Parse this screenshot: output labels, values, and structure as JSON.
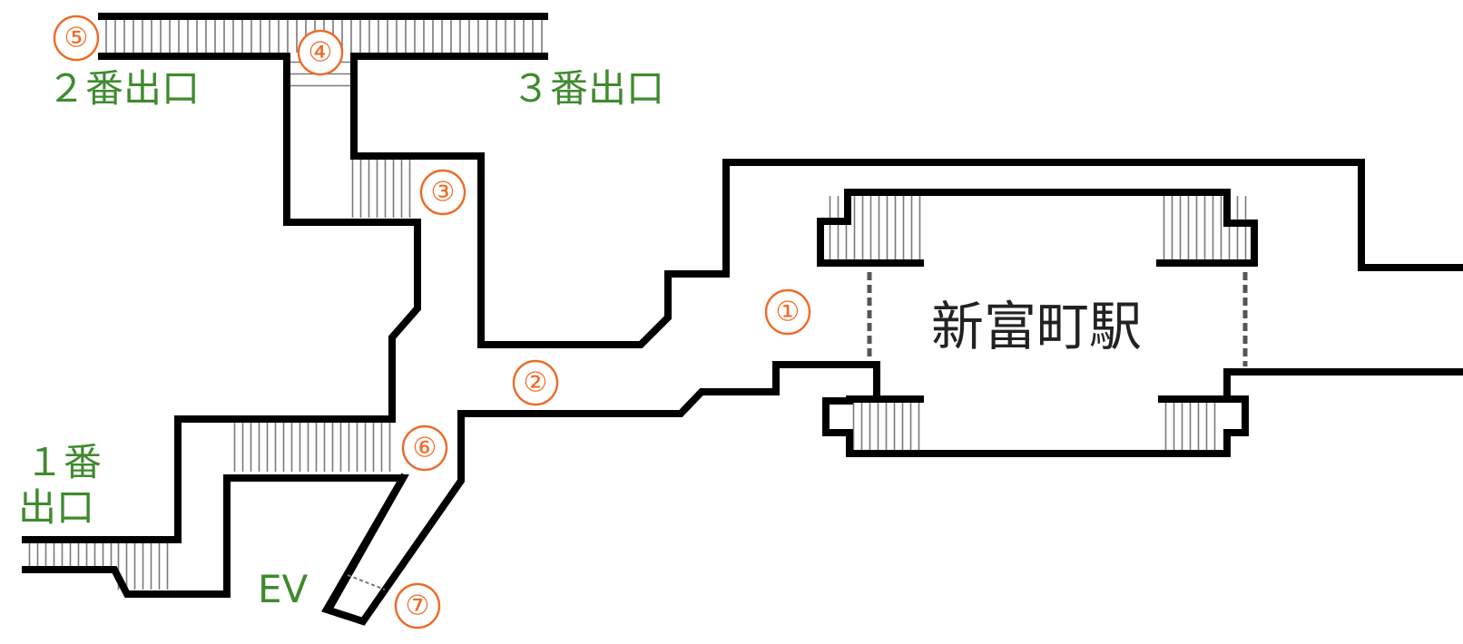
{
  "station": {
    "name": "新富町駅"
  },
  "exits": {
    "exit1": {
      "line1": "１番",
      "line2": "出口"
    },
    "exit2": "２番出口",
    "exit3": "３番出口"
  },
  "elevator": "EV",
  "markers": {
    "m1": "①",
    "m2": "②",
    "m3": "③",
    "m4": "④",
    "m5": "⑤",
    "m6": "⑥",
    "m7": "⑦"
  },
  "colors": {
    "marker": "#ee6a25",
    "exit_label": "#3f8a2e",
    "wall": "#000000",
    "stair_hatch": "#7a7a7a"
  }
}
